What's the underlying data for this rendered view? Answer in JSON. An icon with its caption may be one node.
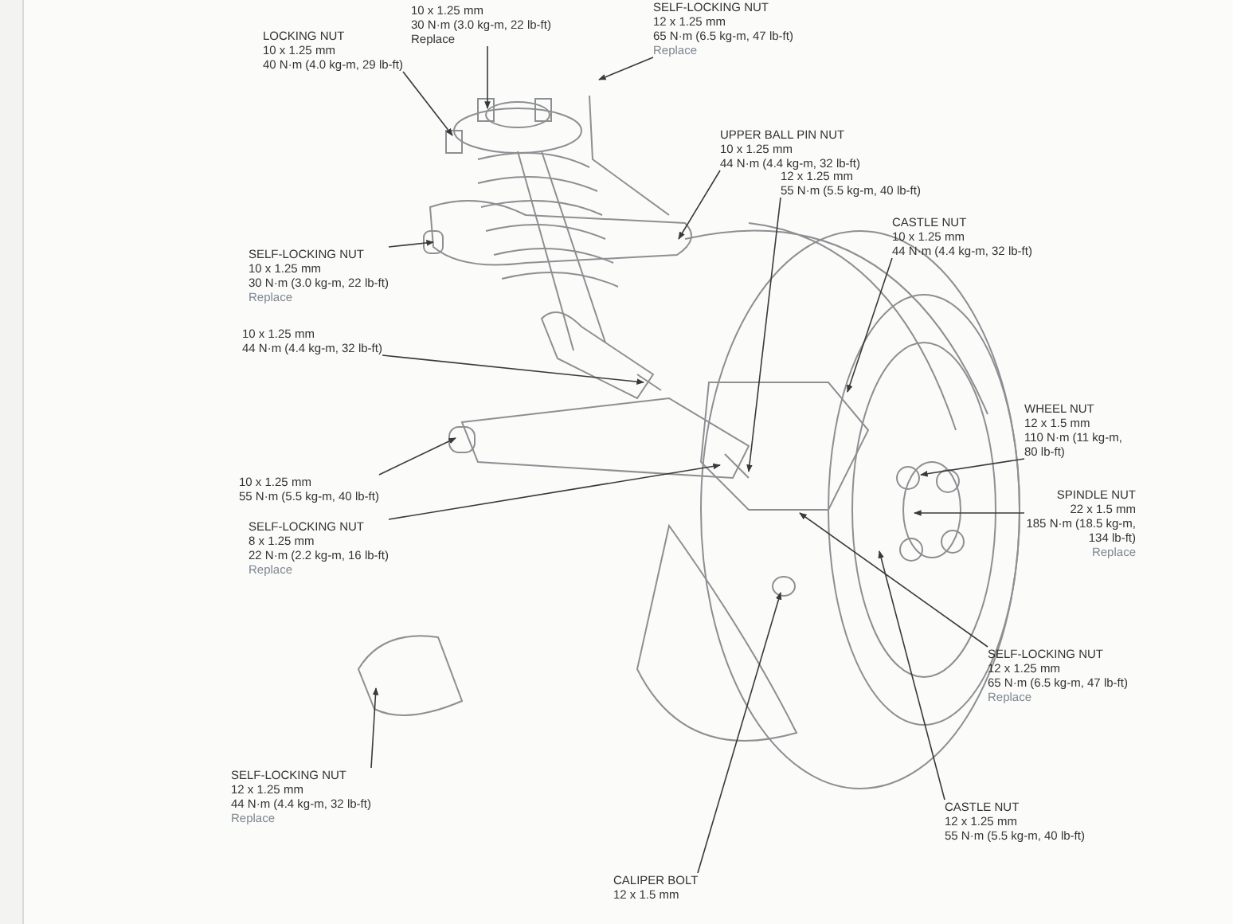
{
  "diagram": {
    "nodes": [
      {
        "text": [
          "10 x 1.25 mm",
          "30 N·m (3.0 kg-m, 22 lb-ft)",
          "Replace"
        ]
      },
      {
        "text": [
          "LOCKING NUT",
          "10 x 1.25 mm",
          "40 N·m (4.0 kg-m, 29 lb-ft)"
        ]
      },
      {
        "text": [
          "SELF-LOCKING NUT",
          "12 x 1.25 mm",
          "65 N·m (6.5 kg-m, 47 lb-ft)",
          "Replace"
        ]
      },
      {
        "text": [
          "UPPER BALL PIN NUT",
          "10 x 1.25 mm",
          "44 N·m (4.4 kg-m, 32 lb-ft)"
        ]
      },
      {
        "text": [
          "12 x 1.25 mm",
          "55 N·m (5.5 kg-m, 40 lb-ft)"
        ]
      },
      {
        "text": [
          "CASTLE NUT",
          "10 x 1.25 mm",
          "44 N·m (4.4 kg-m, 32 lb-ft)"
        ]
      },
      {
        "text": [
          "SELF-LOCKING NUT",
          "10 x 1.25 mm",
          "30 N·m (3.0 kg-m, 22 lb-ft)",
          "Replace"
        ]
      },
      {
        "text": [
          "10 x 1.25 mm",
          "44 N·m (4.4 kg-m, 32 lb-ft)"
        ]
      },
      {
        "text": [
          "WHEEL NUT",
          "12 x 1.5 mm",
          "110 N·m (11 kg-m, 80 lb-ft)"
        ]
      },
      {
        "text": [
          "10 x 1.25 mm",
          "55 N·m (5.5 kg-m, 40 lb-ft)"
        ]
      },
      {
        "text": [
          "SELF-LOCKING NUT",
          "8 x 1.25 mm",
          "22 N·m (2.2 kg-m, 16 lb-ft)",
          "Replace"
        ]
      },
      {
        "text": [
          "SPINDLE NUT",
          "22 x 1.5 mm",
          "185 N·m (18.5 kg-m, 134 lb-ft)",
          "Replace"
        ]
      },
      {
        "text": [
          "SELF-LOCKING NUT",
          "12 x 1.25 mm",
          "65 N·m (6.5 kg-m, 47 lb-ft)",
          "Replace"
        ]
      },
      {
        "text": [
          "CASTLE NUT",
          "12 x 1.25 mm",
          "55 N·m (5.5 kg-m, 40 lb-ft)"
        ]
      },
      {
        "text": [
          "SELF-LOCKING NUT",
          "12 x 1.25 mm",
          "44 N·m (4.4 kg-m, 32 lb-ft)",
          "Replace"
        ]
      },
      {
        "text": [
          "CALIPER BOLT",
          "12 x 1.5 mm"
        ]
      }
    ],
    "edges": [
      {
        "from": 0,
        "to": null,
        "arrow": "to"
      },
      {
        "from": 1,
        "to": null,
        "arrow": "to"
      },
      {
        "from": 2,
        "to": null,
        "arrow": "to"
      },
      {
        "from": 3,
        "to": null,
        "arrow": "to"
      },
      {
        "from": 4,
        "to": null,
        "arrow": "to"
      },
      {
        "from": 5,
        "to": null,
        "arrow": "to"
      },
      {
        "from": 6,
        "to": null,
        "arrow": "to"
      },
      {
        "from": 7,
        "to": null,
        "arrow": "to"
      },
      {
        "from": 8,
        "to": null,
        "arrow": "to"
      },
      {
        "from": 9,
        "to": null,
        "arrow": "to"
      },
      {
        "from": 10,
        "to": null,
        "arrow": "to"
      },
      {
        "from": 11,
        "to": null,
        "arrow": "to"
      },
      {
        "from": 12,
        "to": null,
        "arrow": "to"
      },
      {
        "from": 13,
        "to": null,
        "arrow": "to"
      },
      {
        "from": 14,
        "to": null,
        "arrow": "to"
      },
      {
        "from": 15,
        "to": null,
        "arrow": "to"
      }
    ]
  }
}
